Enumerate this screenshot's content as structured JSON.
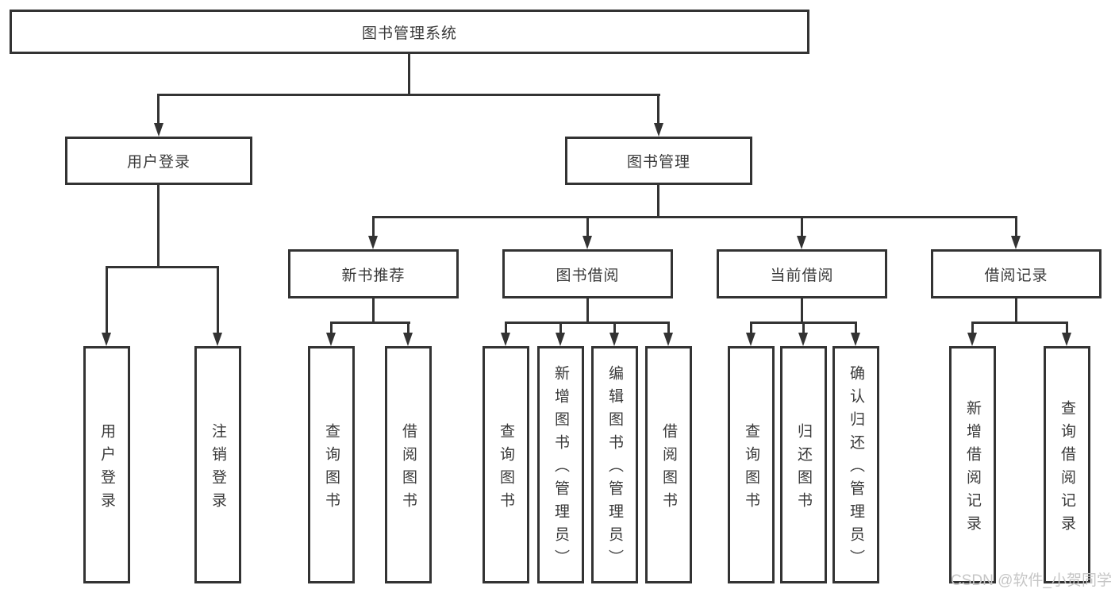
{
  "tree": {
    "root": {
      "label": "图书管理系统",
      "children": [
        {
          "label": "用户登录",
          "children": [
            {
              "label": "用户登录"
            },
            {
              "label": "注销登录"
            }
          ]
        },
        {
          "label": "图书管理",
          "children": [
            {
              "label": "新书推荐",
              "children": [
                {
                  "label": "查询图书"
                },
                {
                  "label": "借阅图书"
                }
              ]
            },
            {
              "label": "图书借阅",
              "children": [
                {
                  "label": "查询图书"
                },
                {
                  "label": "新增图书（管理员）"
                },
                {
                  "label": "编辑图书（管理员）"
                },
                {
                  "label": "借阅图书"
                }
              ]
            },
            {
              "label": "当前借阅",
              "children": [
                {
                  "label": "查询图书"
                },
                {
                  "label": "归还图书"
                },
                {
                  "label": "确认归还（管理员）"
                }
              ]
            },
            {
              "label": "借阅记录",
              "children": [
                {
                  "label": "新增借阅记录"
                },
                {
                  "label": "查询借阅记录"
                }
              ]
            }
          ]
        }
      ]
    }
  },
  "watermark": {
    "text": "CSDN @软件_小贺同学"
  },
  "colors": {
    "line": "#333333",
    "box_background": "#ffffff",
    "text": "#3a3a3a",
    "watermark": "#c6c6c6"
  }
}
